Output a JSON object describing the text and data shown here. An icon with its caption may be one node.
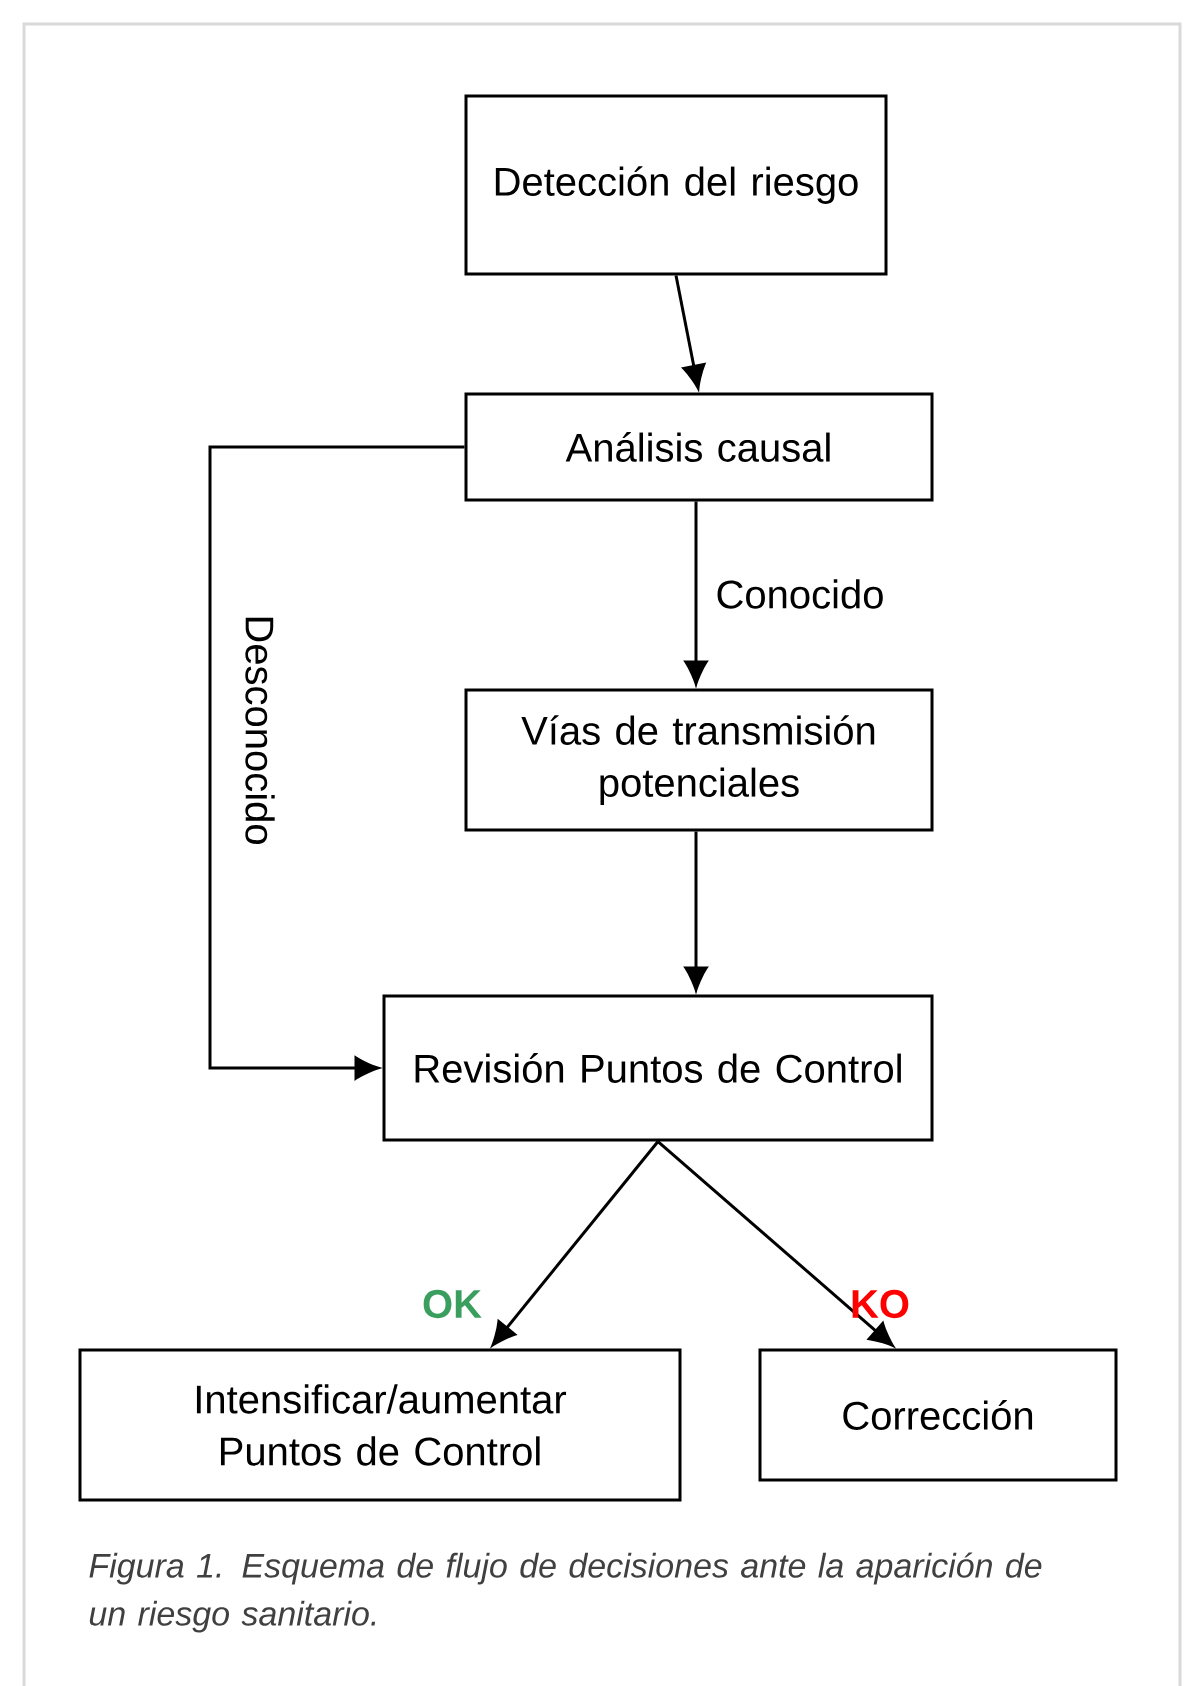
{
  "diagram": {
    "caption": "Figura 1. Esquema de flujo de decisiones ante la aparición de un riesgo sanitario.",
    "nodes": [
      {
        "text": [
          "Detección del riesgo"
        ]
      },
      {
        "text": [
          "Análisis causal"
        ]
      },
      {
        "text": [
          "Vías de transmisión potenciales"
        ]
      },
      {
        "text": [
          "Revisión Puntos de Control"
        ]
      },
      {
        "text": [
          "Intensificar/aumentar Puntos de Control"
        ]
      },
      {
        "text": [
          "Corrección"
        ]
      }
    ],
    "edges": [
      {
        "from": 0,
        "to": 1,
        "arrow": "to"
      },
      {
        "from": 1,
        "to": 2,
        "arrow": "to",
        "label": "Conocido"
      },
      {
        "from": 1,
        "to": 3,
        "arrow": "to",
        "label": "Desconocido"
      },
      {
        "from": 2,
        "to": 3,
        "arrow": "to"
      },
      {
        "from": 3,
        "to": 4,
        "arrow": "to",
        "label": "OK"
      },
      {
        "from": 3,
        "to": 5,
        "arrow": "to",
        "label": "KO"
      }
    ]
  }
}
